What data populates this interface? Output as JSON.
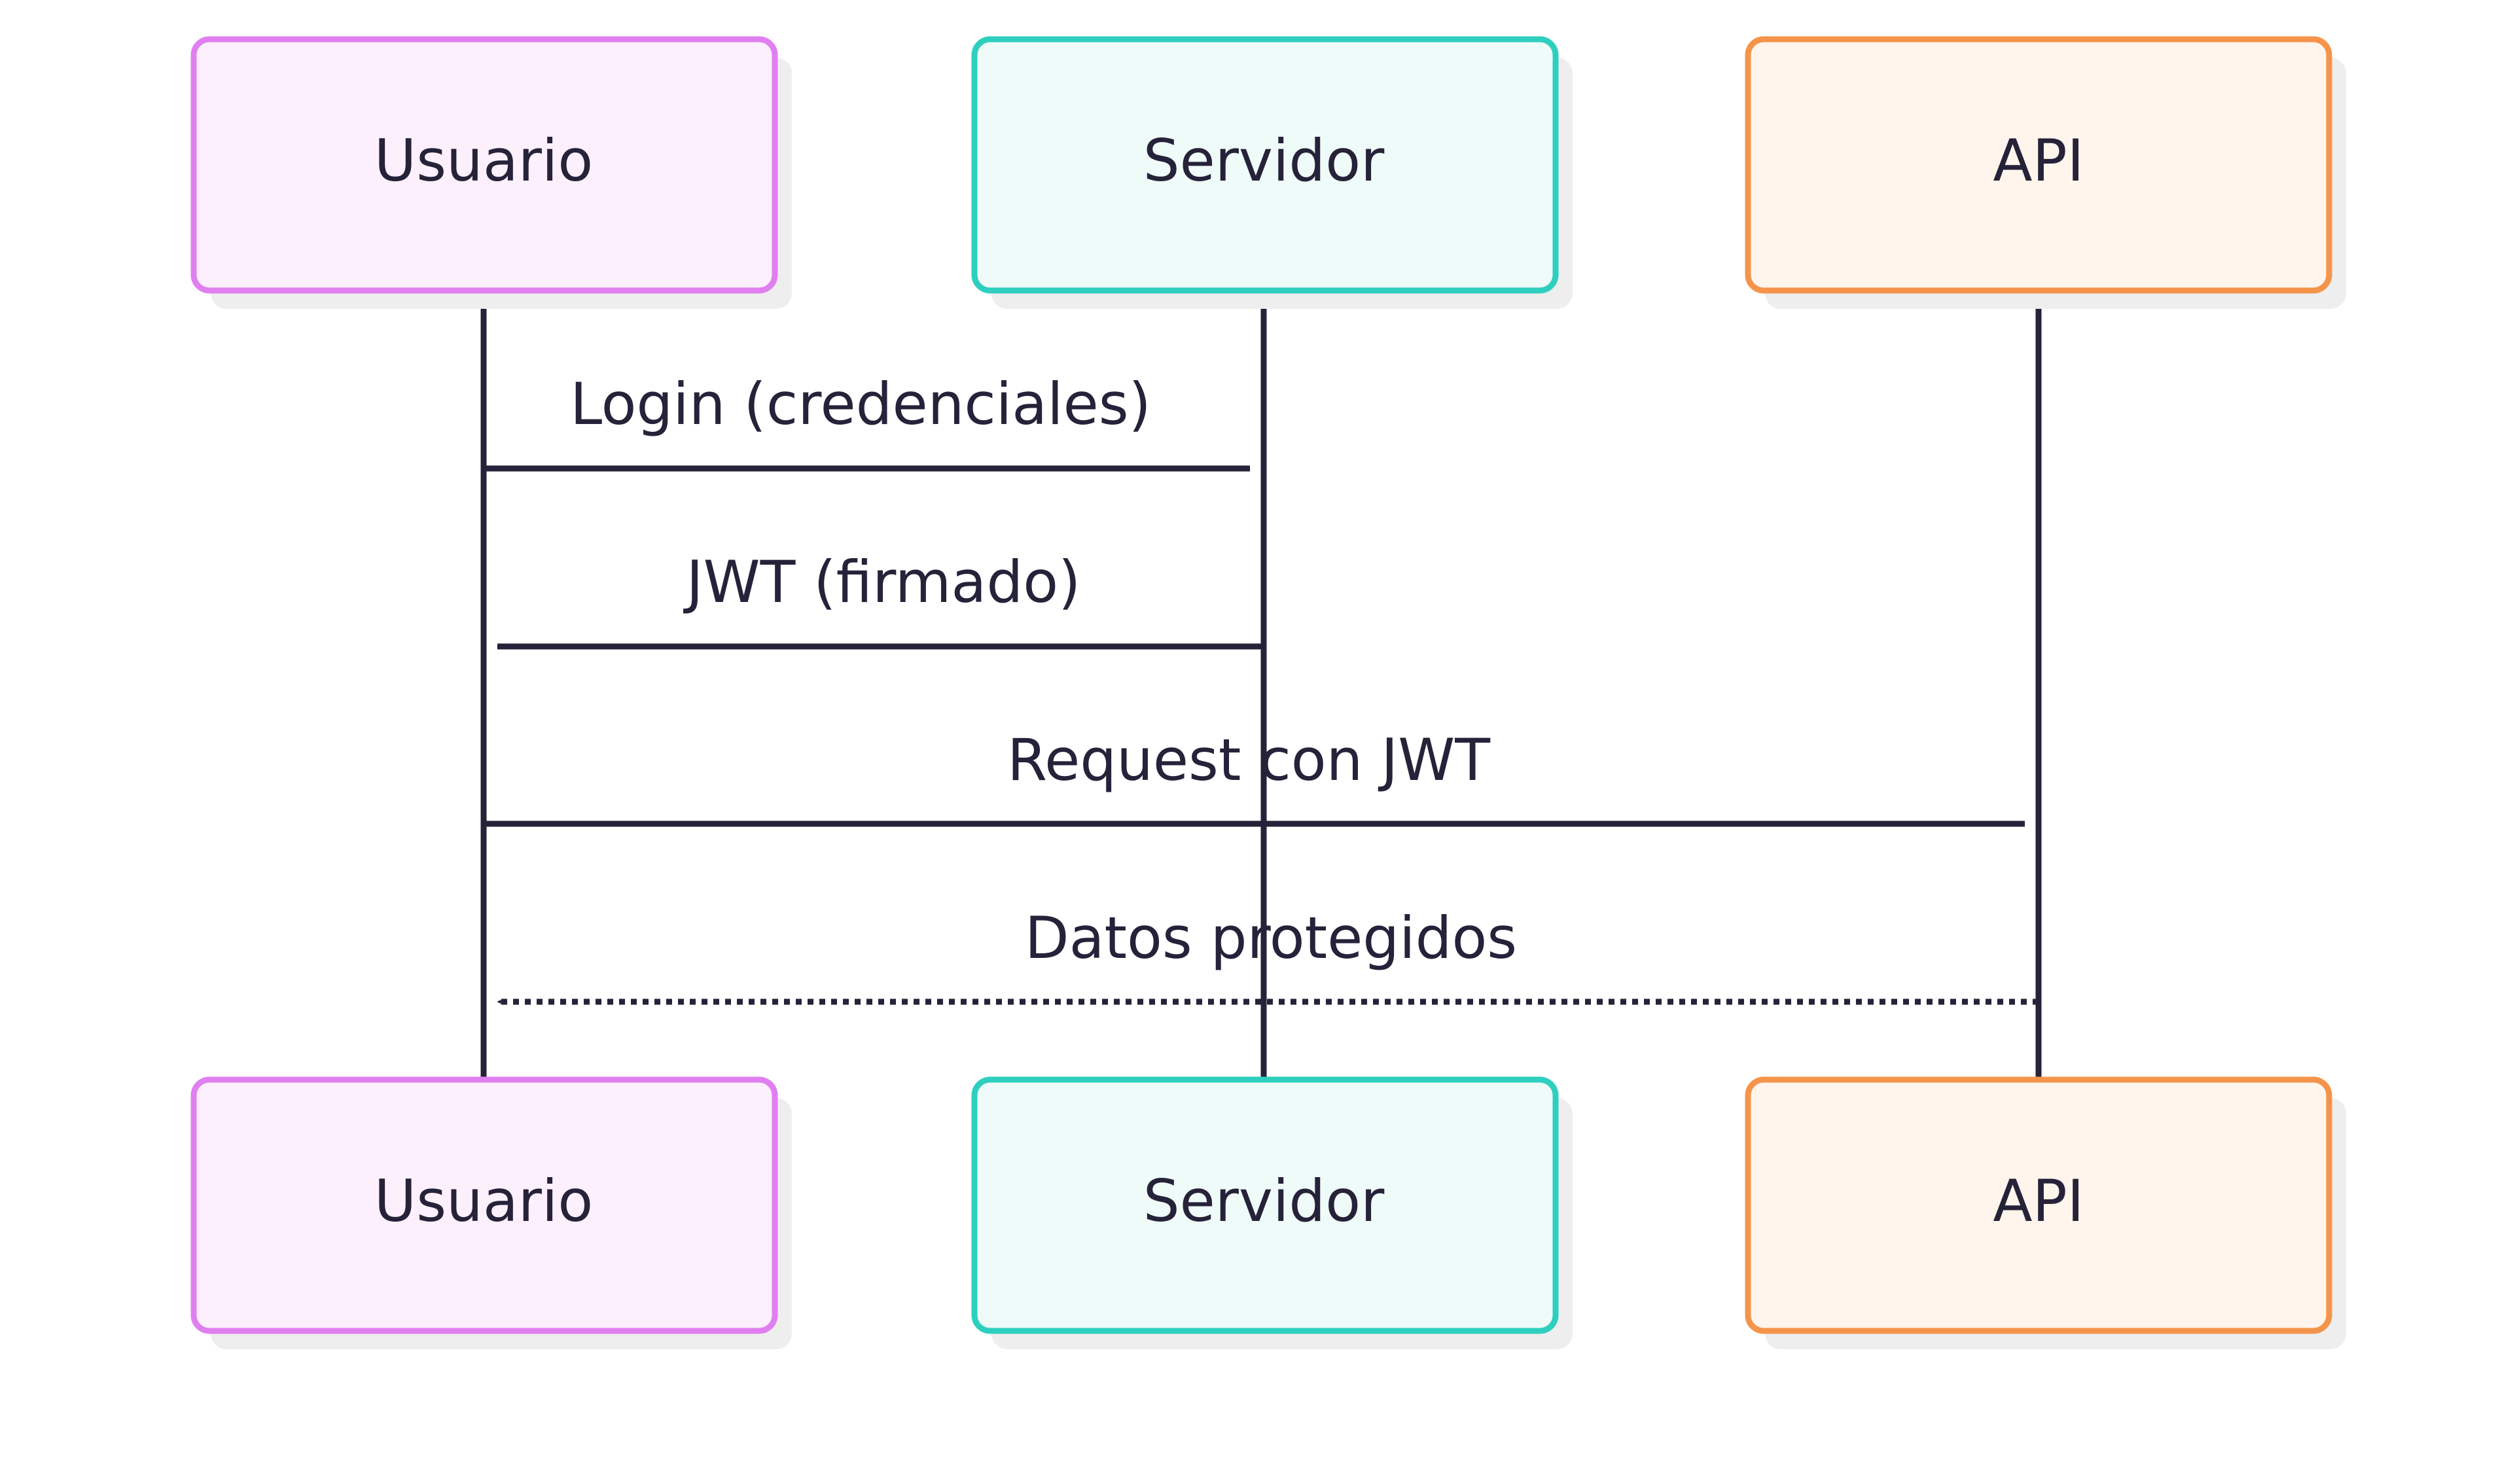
{
  "colors": {
    "ink": "#252239",
    "shadow": "#eeeeee",
    "usuario_border": "#e07ff0",
    "usuario_fill": "#fdf0fd",
    "servidor_border": "#2ecfbe",
    "servidor_fill": "#effbf8",
    "api_border": "#f4944a",
    "api_fill": "#fff5ec"
  },
  "participants": [
    {
      "id": "usuario",
      "label": "Usuario"
    },
    {
      "id": "servidor",
      "label": "Servidor"
    },
    {
      "id": "api",
      "label": "API"
    }
  ],
  "messages": [
    {
      "from": "usuario",
      "to": "servidor",
      "label": "Login (credenciales)",
      "style": "solid"
    },
    {
      "from": "servidor",
      "to": "usuario",
      "label": "JWT (firmado)",
      "style": "solid"
    },
    {
      "from": "usuario",
      "to": "api",
      "label": "Request con JWT",
      "style": "solid"
    },
    {
      "from": "api",
      "to": "usuario",
      "label": "Datos protegidos",
      "style": "dotted"
    }
  ]
}
